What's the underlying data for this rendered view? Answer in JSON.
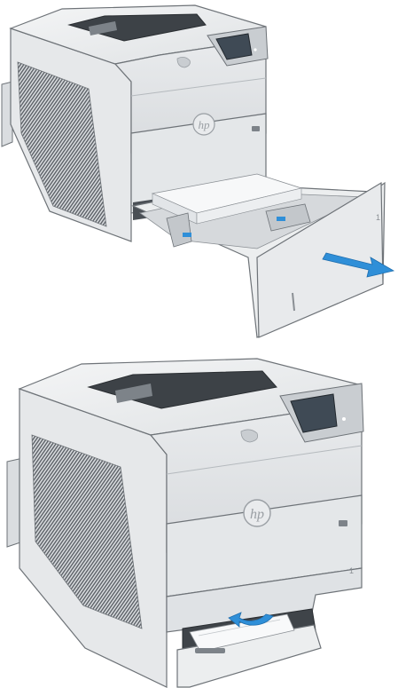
{
  "illustration": {
    "brand_mark": "hp",
    "tray_number": "1",
    "steps": [
      {
        "action": "open-tray",
        "arrow_color": "#2f8fd8"
      },
      {
        "action": "remove-jammed-paper",
        "arrow_color": "#2f8fd8"
      }
    ]
  },
  "colors": {
    "body_light": "#eceeef",
    "body_mid": "#d3d6d9",
    "body_dark": "#9a9fa4",
    "outline": "#6e7378",
    "screen": "#3f4a55",
    "vent": "#5b6066",
    "arrow": "#2f8fd8"
  }
}
